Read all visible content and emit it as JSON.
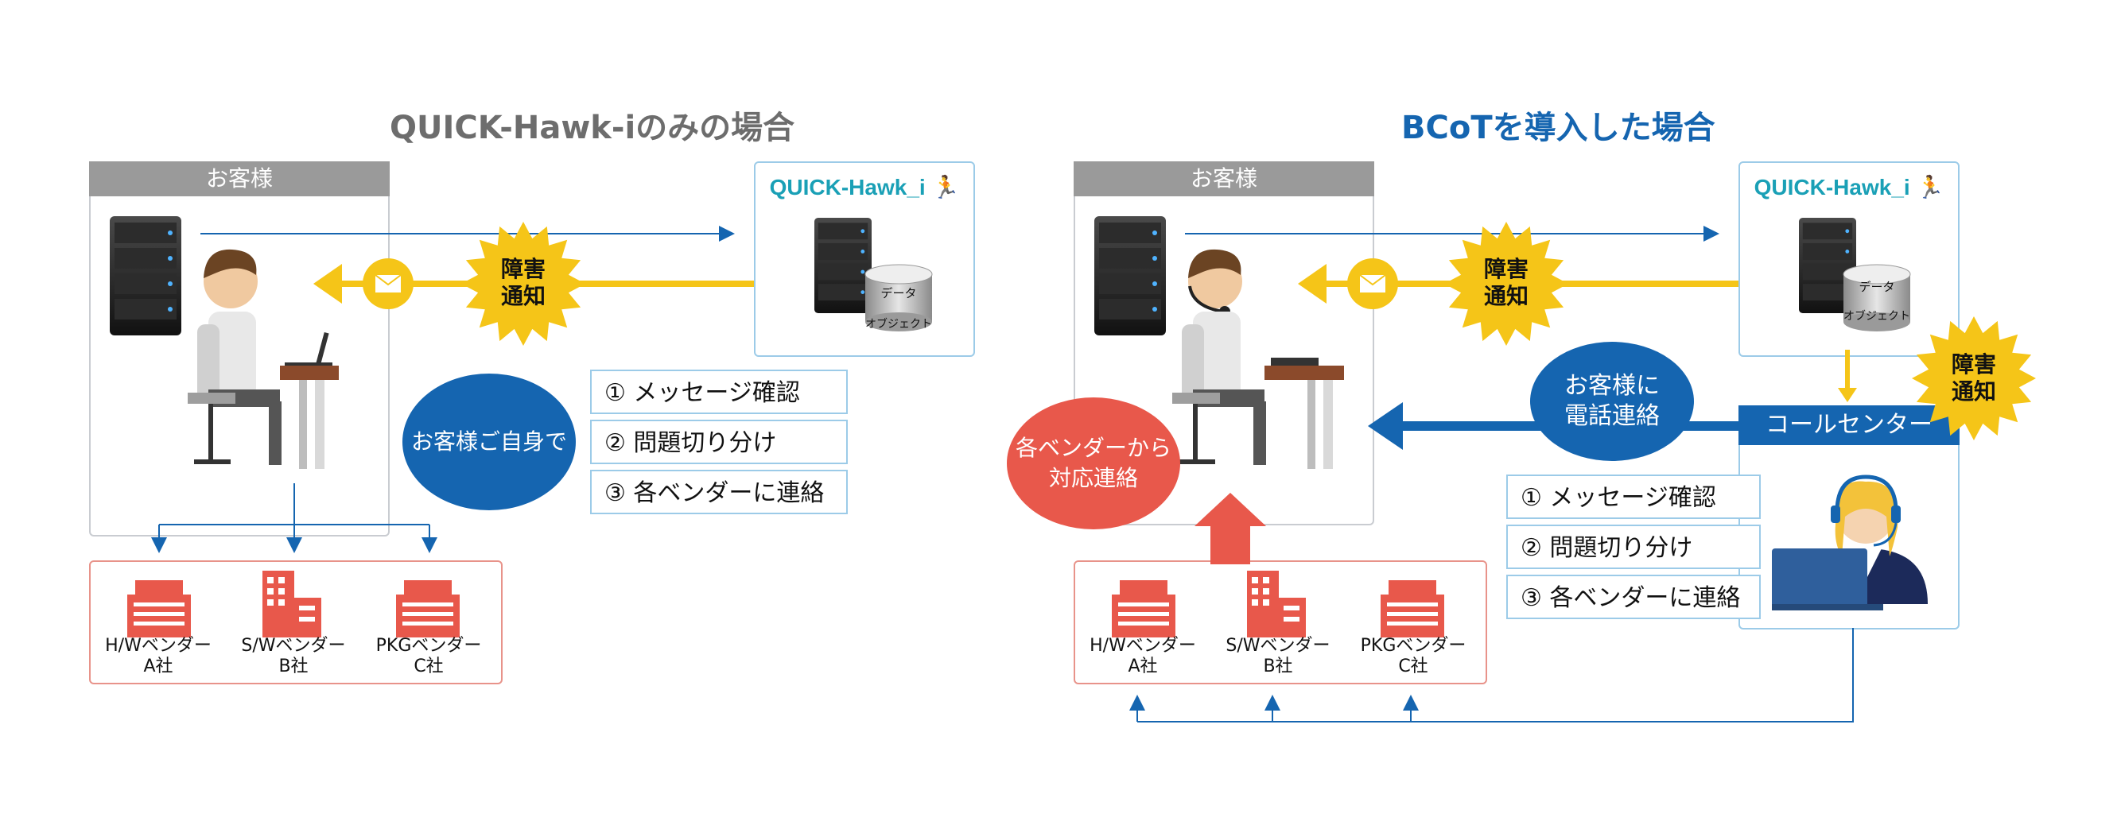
{
  "left": {
    "title": "QUICK-Hawk-iのみの場合",
    "customer_label": "お客様",
    "qh_title": "QUICK-Hawk_i",
    "db_text1": "データ",
    "db_text2": "オブジェクト",
    "alert": "障害\n通知",
    "bubble": "お客様ご自身で",
    "steps": [
      "① メッセージ確認",
      "② 問題切り分け",
      "③ 各ベンダーに連絡"
    ],
    "vendors": [
      "H/Wベンダー\nA社",
      "S/Wベンダー\nB社",
      "PKGベンダー\nC社"
    ]
  },
  "right": {
    "title": "BCoTを導入した場合",
    "customer_label": "お客様",
    "qh_title": "QUICK-Hawk_i",
    "db_text1": "データ",
    "db_text2": "オブジェクト",
    "alert": "障害\n通知",
    "alert2": "障害\n通知",
    "phone_bubble": "お客様に\n電話連絡",
    "vendor_bubble": "各ベンダーから\n対応連絡",
    "callcenter": "コールセンター",
    "steps": [
      "① メッセージ確認",
      "② 問題切り分け",
      "③ 各ベンダーに連絡"
    ],
    "vendors": [
      "H/Wベンダー\nA社",
      "S/Wベンダー\nB社",
      "PKGベンダー\nC社"
    ]
  },
  "colors": {
    "yellow": "#f5c518",
    "blue": "#1565b0",
    "panel_gray": "#9a9a9a",
    "vendor_red": "#e8584b",
    "teal": "#1aa0b6"
  },
  "icons": [
    "server-icon",
    "mail-icon",
    "person-at-desk-icon",
    "database-icon",
    "building-icon",
    "running-man-icon",
    "operator-icon",
    "headset-person-icon"
  ]
}
